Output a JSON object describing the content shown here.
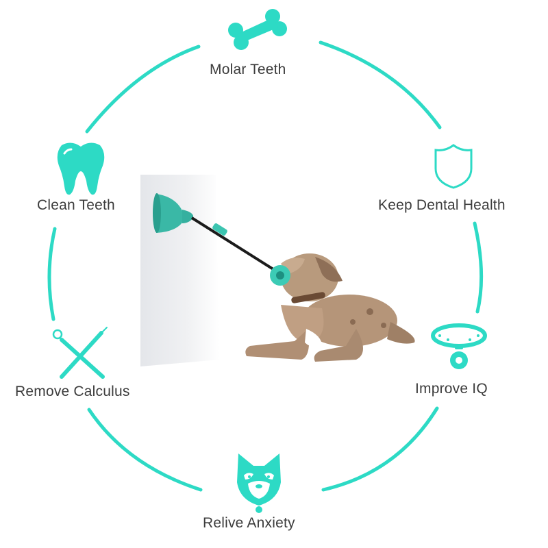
{
  "accent_color": "#2ddac5",
  "features": {
    "molar_teeth": "Molar Teeth",
    "keep_dental_health": "Keep Dental Health",
    "improve_iq": "Improve IQ",
    "relive_anxiety": "Relive Anxiety",
    "remove_calculus": "Remove Calculus",
    "clean_teeth": "Clean Teeth"
  },
  "icons": {
    "molar_teeth": "bone-icon",
    "keep_dental_health": "shield-icon",
    "improve_iq": "collar-icon",
    "relive_anxiety": "dog-face-icon",
    "remove_calculus": "dental-tools-icon",
    "clean_teeth": "tooth-icon"
  },
  "center_image": "dog-chewing-suction-cup-rope-toy"
}
